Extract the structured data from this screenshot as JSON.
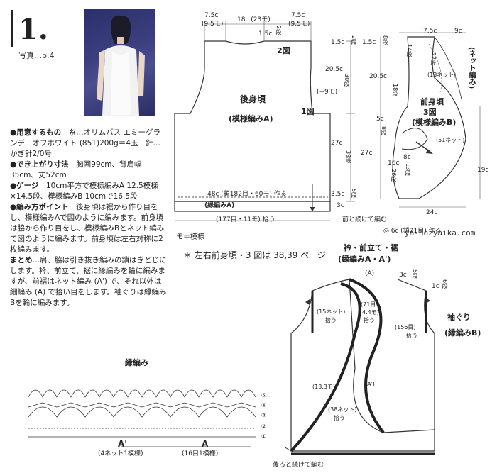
{
  "header": {
    "number": "1.",
    "photo_ref": "写真…p.4"
  },
  "instructions": [
    {
      "head": "●用意するもの",
      "text": "　糸…オリムパス エミーグランデ　オフホワイト (851)200g＝4玉　針…かぎ針2/0号"
    },
    {
      "head": "●でき上がり寸法",
      "text": "　胸囲99cm、背肩幅35cm、丈52cm"
    },
    {
      "head": "●ゲージ",
      "text": "　10cm平方で模様編みA 12.5模様×14.5段、模様編みB 10cmで16.5段"
    },
    {
      "head": "●編み方ポイント",
      "text": "　後身頃は裾から作り目をし、模様編みAで図のように編みます。前身頃は脇から作り目をし、模様編みBとネット編みで図のように編みます。前身頃は左右対称に2枚編みます。"
    },
    {
      "head": "まとめ",
      "text": "…肩、脇は引き抜き編みの鎖はぎとじにします。衿、前立て、裾に縁編みを輪に編みますが、前裾はネット編み (A') で、それ以外は細編み (A) で拾い目をします。袖ぐりは縁編みBを輪に編みます。"
    }
  ],
  "back_diagram": {
    "top_left": "7.5c",
    "top_left_sub": "(9.5モ)",
    "top_mid": "18c (23モ)",
    "top_right": "7.5c",
    "top_right_sub": "(9.5モ)",
    "neck_drop": "1.5c",
    "neck_rows": "2段",
    "fig2": "2図",
    "title": "後身頃",
    "pattern": "(模様編みA)",
    "fig1": "1図",
    "side_note": "(−9モ)",
    "foundation": "48c (鎖182目・60モ) 作る",
    "edging": "(縁編みA)",
    "pickup": "(177目・11モ) 拾う",
    "left_h1": "20.5c",
    "left_h1_rows": "30段",
    "left_h2": "27c",
    "left_h2_rows": "39段",
    "top_h": "1.5c",
    "top_h_rows": "2段",
    "bottom_h": "3.5c",
    "bottom_h_rows": "5段",
    "edge_h": "3c",
    "continue": "前と続けて編む",
    "legend": "モ＝模様",
    "note": "＊ 左右前身頃・3 図は 38,39 ページ"
  },
  "front_diagram": {
    "top_a": "7.5c",
    "top_b": "9c",
    "h1": "1.5c",
    "h1_rows": "8段",
    "h2": "20.5c",
    "h2_rows": "18段",
    "slope": "14段",
    "slope2": "22段",
    "net_count": "(13ネット)",
    "net_label": "(ネット編み)",
    "title": "前身頃",
    "fig3": "3図",
    "pattern": "(模様編みB)",
    "inner_a": "5c",
    "inner_a_rows": "8段",
    "inner_b": "8c",
    "inner_b_rows": "13段",
    "net51": "(51ネット)",
    "h3": "27c",
    "h4": "16c",
    "h4_rows": "26段",
    "h5": "19c",
    "width": "24c",
    "make": "◎ 6c (鎖21目) 作る"
  },
  "edging_diagram": {
    "title": "衿・前立て・裾",
    "subtitle": "(縁編みA・A')",
    "a_label": "(A)",
    "top_h": "3c",
    "top_rows": "5段",
    "side_h": "1c",
    "side_rows": "6段",
    "net15": "(15ネット)",
    "net15_b": "拾う",
    "pick71": "(71目・",
    "pick71_b": "4.4モ)",
    "pick71_c": "拾う",
    "pick156": "(156目)",
    "pick156_b": "拾う",
    "armhole": "袖ぐり",
    "armhole_sub": "(縁編みB)",
    "m133": "(13.3モ)",
    "a_prime": "(A')",
    "net38": "(38ネット)",
    "net38_b": "拾う",
    "continue": "後ろと続けて編む"
  },
  "stitch_diagram": {
    "title": "縁編み",
    "rows": [
      "⑤",
      "④",
      "③",
      "②",
      "①"
    ],
    "a_prime": "A'",
    "a_prime_sub": "(4ネット1模様)",
    "a": "A",
    "a_sub": "(16目1模様)"
  },
  "watermark": "ya-hozyaika.com"
}
